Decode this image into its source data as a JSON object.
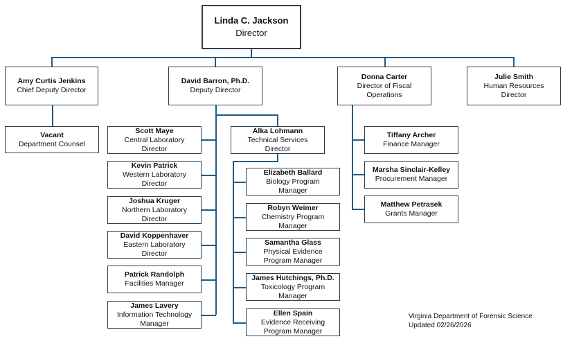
{
  "director": {
    "name": "Linda C. Jackson",
    "title": "Director"
  },
  "level2": [
    {
      "name": "Amy Curtis Jenkins",
      "title": "Chief Deputy Director"
    },
    {
      "name": "David Barron, Ph.D.",
      "title": "Deputy Director"
    },
    {
      "name": "Donna Carter",
      "title": "Director of Fiscal Operations"
    },
    {
      "name": "Julie Smith",
      "title": "Human Resources Director"
    }
  ],
  "counsel": {
    "name": "Vacant",
    "title": "Department Counsel"
  },
  "deputy_reports": [
    {
      "name": "Scott Maye",
      "title": "Central Laboratory Director"
    },
    {
      "name": "Kevin Patrick",
      "title": "Western Laboratory Director"
    },
    {
      "name": "Joshua Kruger",
      "title": "Northern Laboratory Director"
    },
    {
      "name": "David Koppenhaver",
      "title": "Eastern Laboratory Director"
    },
    {
      "name": "Patrick Randolph",
      "title": "Facilities Manager"
    },
    {
      "name": "James Lavery",
      "title": "Information Technology Manager"
    }
  ],
  "technical": {
    "name": "Alka Lohmann",
    "title": "Technical Services Director"
  },
  "technical_reports": [
    {
      "name": "Elizabeth Ballard",
      "title": "Biology Program Manager"
    },
    {
      "name": "Robyn Weimer",
      "title": "Chemistry Program Manager"
    },
    {
      "name": "Samantha Glass",
      "title": "Physical Evidence Program Manager"
    },
    {
      "name": "James Hutchings, Ph.D.",
      "title": "Toxicology Program Manager"
    },
    {
      "name": "Ellen Spain",
      "title": "Evidence Receiving Program Manager"
    }
  ],
  "fiscal_reports": [
    {
      "name": "Tiffany Archer",
      "title": "Finance Manager"
    },
    {
      "name": "Marsha Sinclair-Kelley",
      "title": "Procurement Manager"
    },
    {
      "name": "Matthew Petrasek",
      "title": "Grants Manager"
    }
  ],
  "footer": {
    "line1": "Virginia Department of Forensic Science",
    "line2": "Updated 02/26/2026"
  }
}
